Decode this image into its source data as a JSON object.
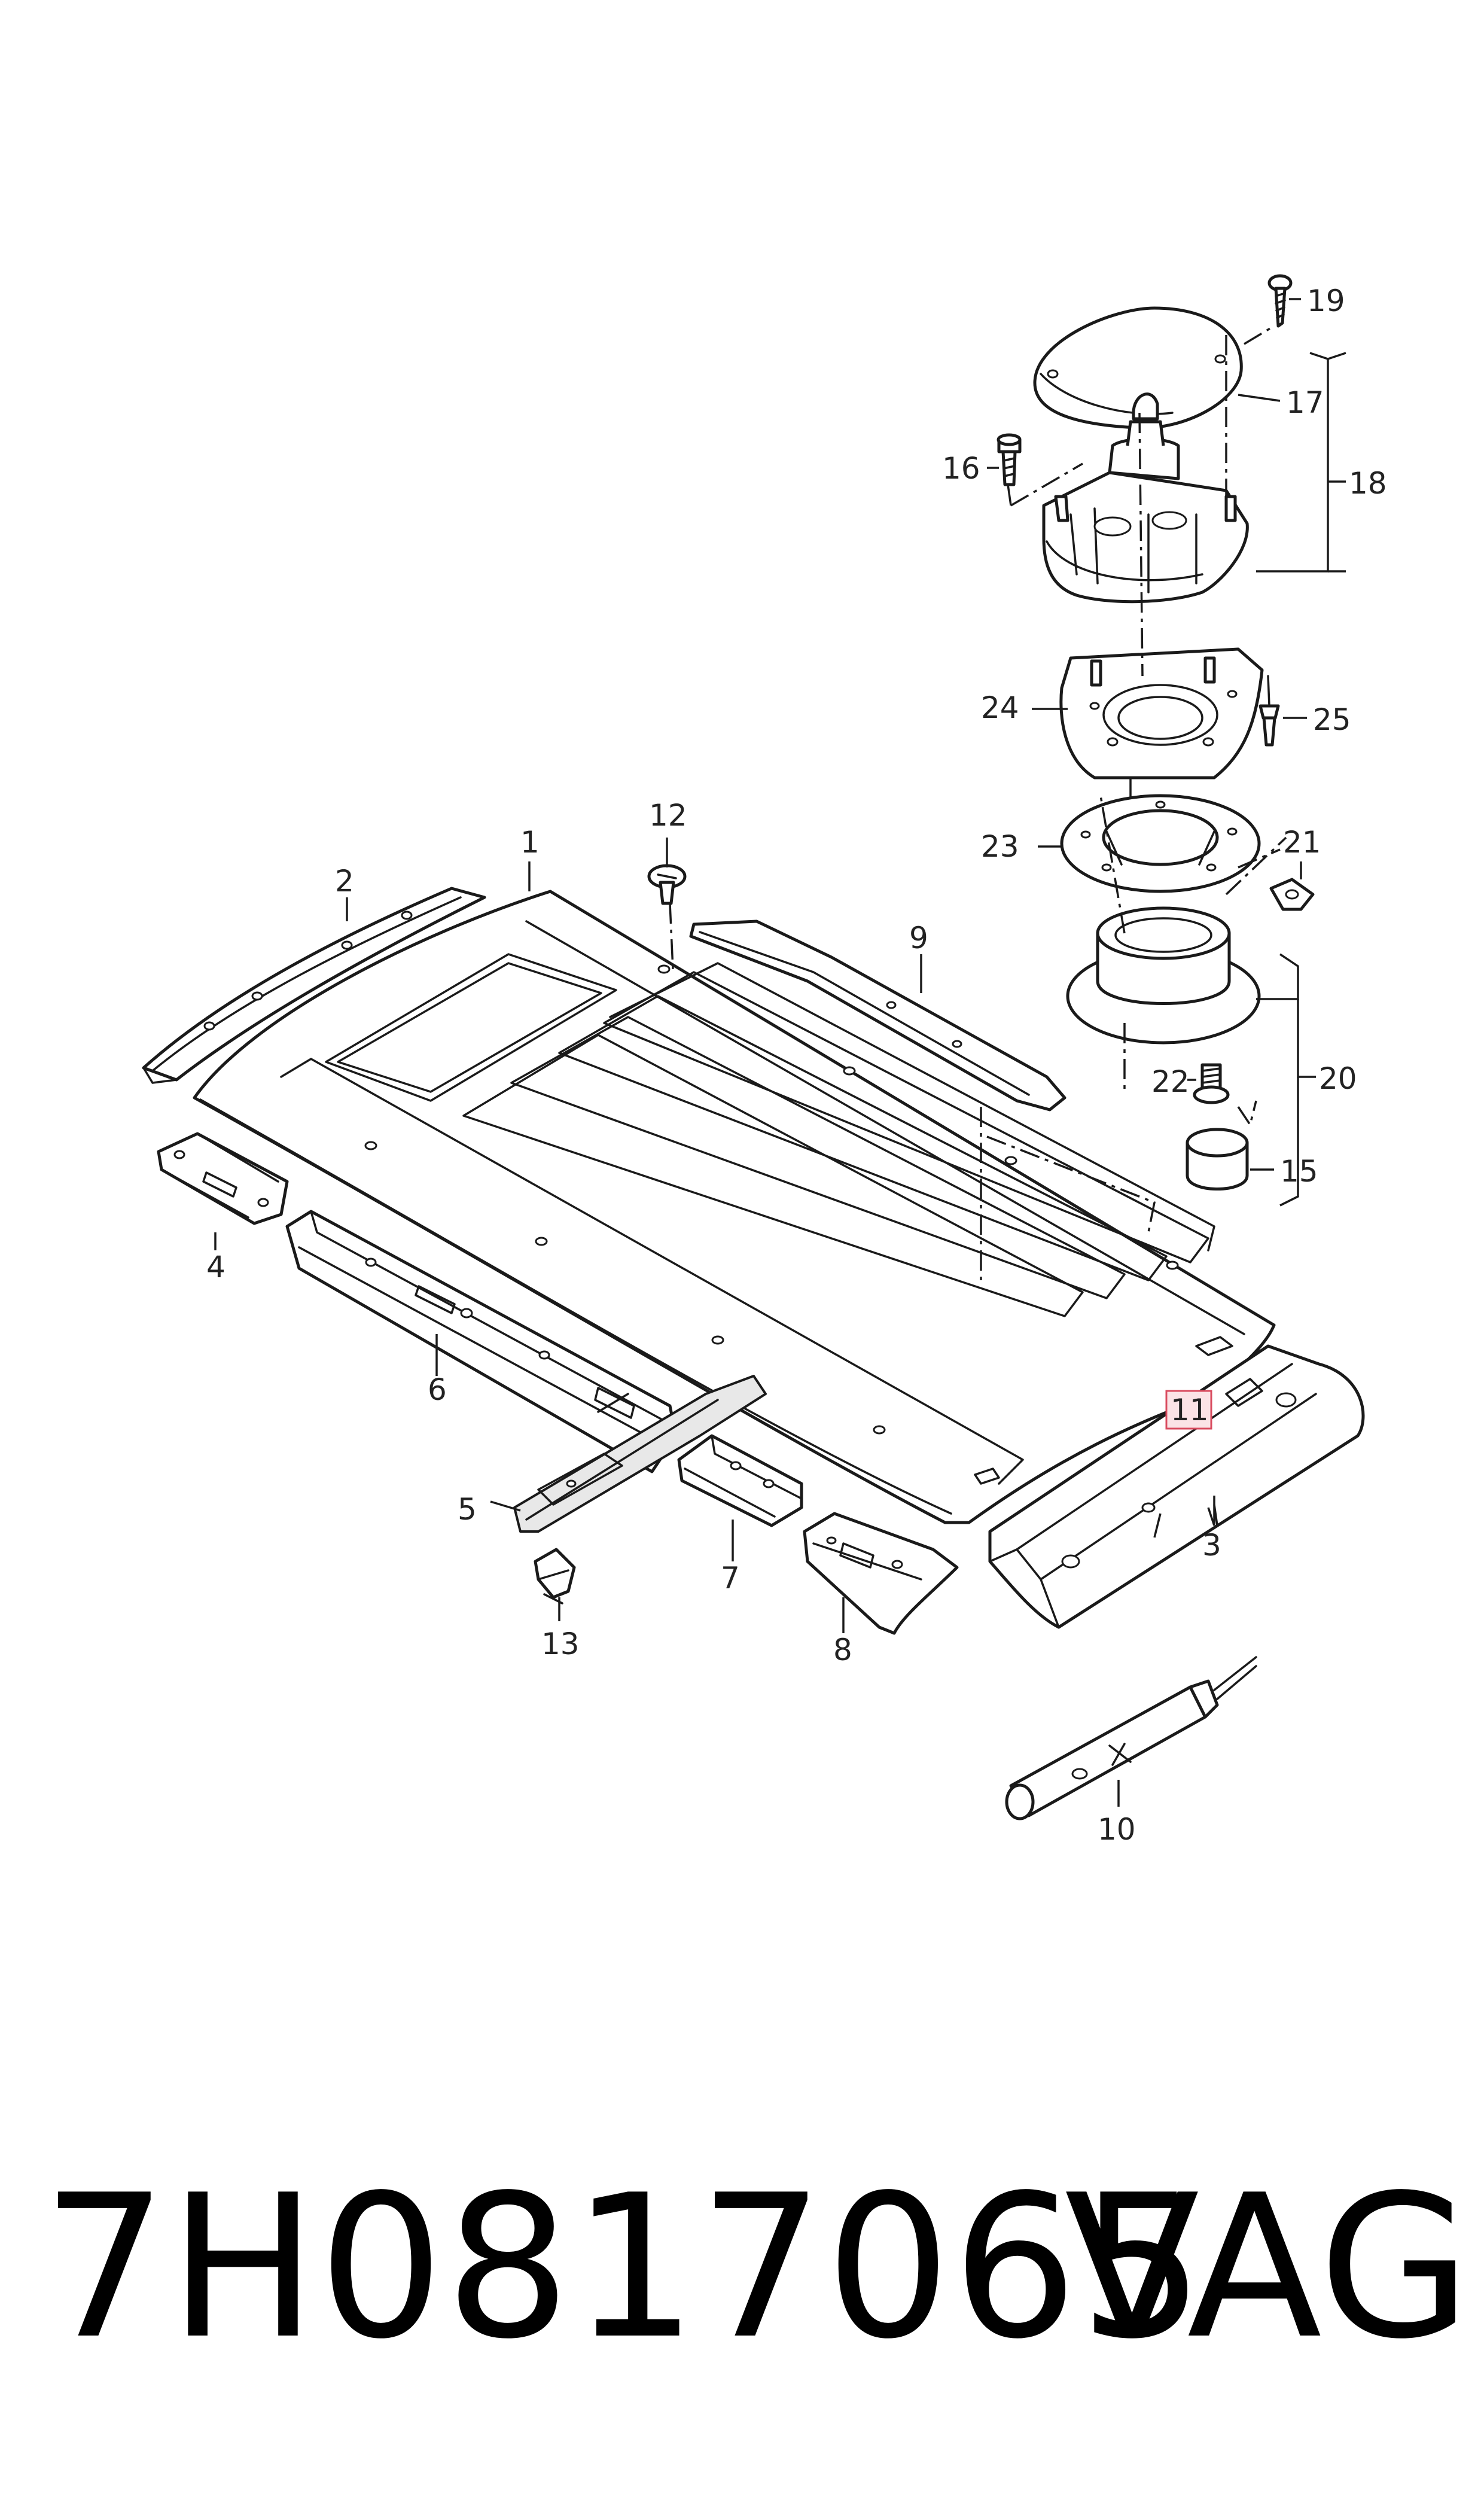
{
  "callouts": {
    "c1": "1",
    "c2": "2",
    "c3": "3",
    "c4": "4",
    "c5": "5",
    "c6": "6",
    "c7": "7",
    "c8": "8",
    "c9": "9",
    "c10": "10",
    "c11": "11",
    "c12": "12",
    "c13": "13",
    "c15": "15",
    "c16": "16",
    "c17": "17",
    "c18": "18",
    "c19": "19",
    "c20": "20",
    "c21": "21",
    "c22": "22",
    "c23": "23",
    "c24": "24",
    "c25": "25"
  },
  "highlighted_callout": "11",
  "footer": {
    "part_number": "7H0817065",
    "brand": "VAG"
  },
  "colors": {
    "line": "#1a1a1a",
    "highlight_fill": "#fbe3e6",
    "highlight_stroke": "#d94b5f"
  }
}
